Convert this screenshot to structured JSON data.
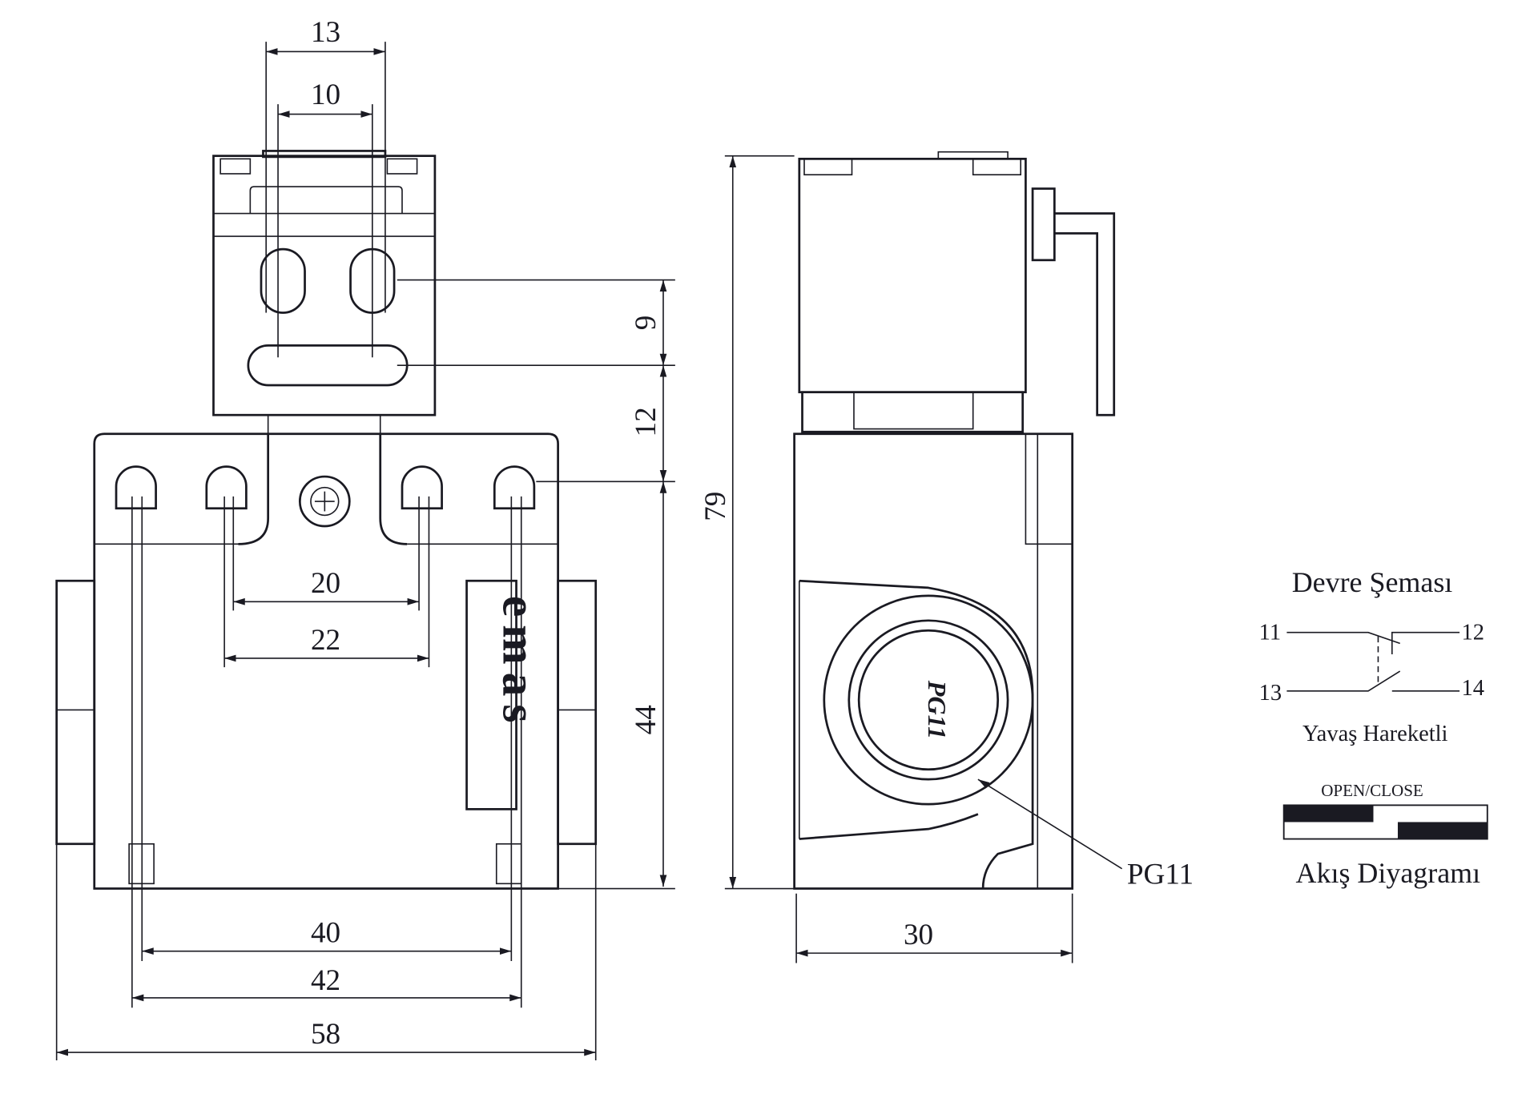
{
  "dimensions": {
    "d13": "13",
    "d10": "10",
    "d9": "9",
    "d12": "12",
    "d79": "79",
    "d20": "20",
    "d22": "22",
    "d44": "44",
    "d40": "40",
    "d42": "42",
    "d58": "58",
    "d30": "30"
  },
  "logo": "emas",
  "side_view": {
    "port_marking": "PG11",
    "port_label": "PG11"
  },
  "circuit": {
    "title": "Devre Şeması",
    "terminals": [
      "11",
      "12",
      "13",
      "14"
    ],
    "subtitle": "Yavaş Hareketli"
  },
  "flow": {
    "header": "OPEN/CLOSE",
    "title": "Akış Diyagramı",
    "row1_closed_fraction": 0.44,
    "row2_closed_from_fraction": 0.56
  },
  "colors": {
    "line": "#1a1a22"
  }
}
